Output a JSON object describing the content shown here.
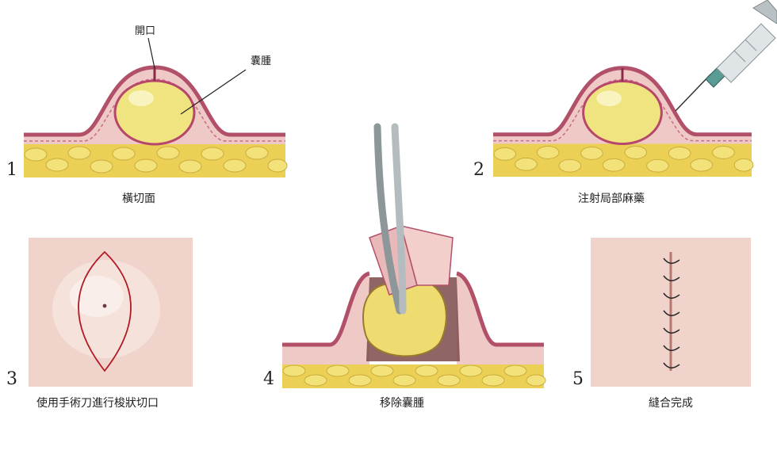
{
  "steps": [
    {
      "number": "1",
      "caption": "橫切面"
    },
    {
      "number": "2",
      "caption": "注射局部麻藥"
    },
    {
      "number": "3",
      "caption": "使用手術刀進行梭狀切口"
    },
    {
      "number": "4",
      "caption": "移除囊腫"
    },
    {
      "number": "5",
      "caption": "縫合完成"
    }
  ],
  "labels": {
    "opening": "開口",
    "cyst": "囊腫"
  },
  "colors": {
    "skin_pink": "#e9b9b9",
    "skin_line": "#b2506a",
    "dermis": "#eec9c6",
    "fat": "#ecdb63",
    "cyst": "#f0e480",
    "skin_flat": "#f0d4cb",
    "incision": "#b21a24"
  }
}
